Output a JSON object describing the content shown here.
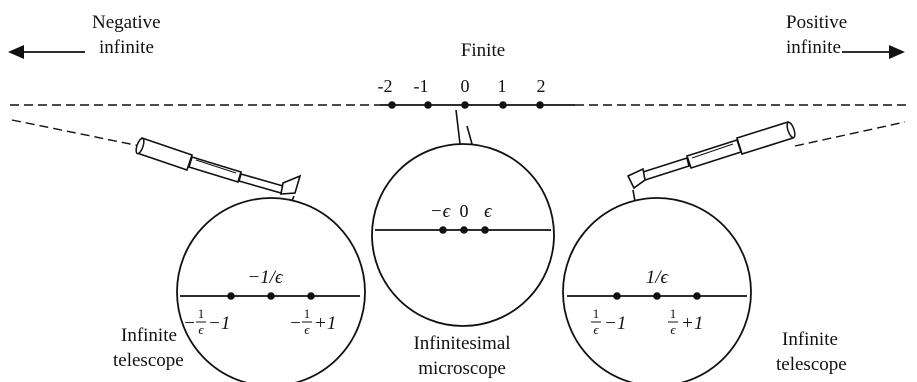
{
  "labels": {
    "negative_top": "Negative",
    "negative_bottom": "infinite",
    "finite": "Finite",
    "positive_top": "Positive",
    "positive_bottom": "infinite",
    "left_caption_top": "Infinite",
    "left_caption_bottom": "telescope",
    "center_caption_top": "Infinitesimal",
    "center_caption_bottom": "microscope",
    "right_caption_top": "Infinite",
    "right_caption_bottom": "telescope"
  },
  "main_line": {
    "ticks": [
      "-2",
      "-1",
      "0",
      "1",
      "2"
    ]
  },
  "microscope": {
    "neg": "−ϵ",
    "zero": "0",
    "pos": "ϵ"
  },
  "left_telescope": {
    "center": "−1/ϵ",
    "left_sign": "−",
    "left_num": "1",
    "left_den": "ϵ",
    "left_rest": "−1",
    "right_sign": "−",
    "right_num": "1",
    "right_den": "ϵ",
    "right_rest": "+1"
  },
  "right_telescope": {
    "center": "1/ϵ",
    "left_num": "1",
    "left_den": "ϵ",
    "left_rest": "−1",
    "right_num": "1",
    "right_den": "ϵ",
    "right_rest": "+1"
  },
  "colors": {
    "ink": "#111111",
    "background": "#ffffff"
  }
}
